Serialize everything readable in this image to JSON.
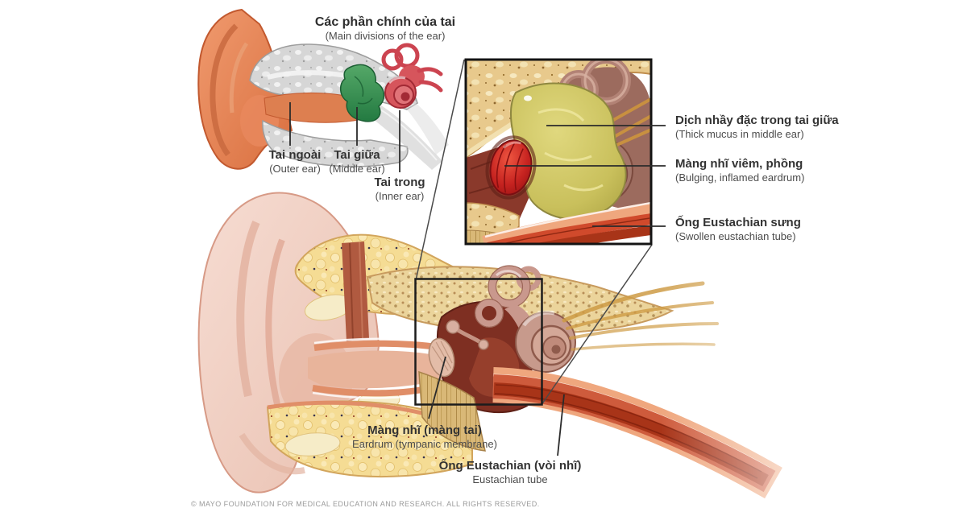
{
  "title": {
    "vi": "Các phần chính của tai",
    "en": "(Main divisions of the ear)"
  },
  "labels": {
    "overview": {
      "outer": {
        "vi": "Tai ngoài",
        "en": "(Outer ear)"
      },
      "middle": {
        "vi": "Tai giữa",
        "en": "(Middle ear)"
      },
      "inner": {
        "vi": "Tai trong",
        "en": "(Inner ear)"
      }
    },
    "inset": {
      "mucus": {
        "vi": "Dịch nhầy đặc trong tai giữa",
        "en": "(Thick mucus in middle ear)"
      },
      "eardrum": {
        "vi": "Màng nhĩ viêm, phồng",
        "en": "(Bulging, inflamed eardrum)"
      },
      "tube": {
        "vi": "Ống Eustachian sưng",
        "en": "(Swollen eustachian tube)"
      }
    },
    "main": {
      "eardrum": {
        "vi": "Màng nhĩ (màng tai)",
        "en": "Eardrum (tympanic membrane)"
      },
      "tube": {
        "vi": "Ống Eustachian (vòi nhĩ)",
        "en": "Eustachian tube"
      }
    }
  },
  "credit": "© MAYO FOUNDATION FOR MEDICAL EDUCATION AND RESEARCH. ALL RIGHTS RESERVED.",
  "palette": {
    "outer_ear_overview": "#e8835a",
    "middle_ear_overview": "#2e8b4f",
    "inner_ear_overview": "#cf4a52",
    "bone_gray": "#d8d8d8",
    "bone_tan": "#e9cb8e",
    "fat_yellow": "#f5dc94",
    "pinna_pink": "#f2d3c6",
    "mucus_olive": "#c9c05c",
    "inflamed_eardrum_red": "#c62320",
    "middle_ear_cavity_red": "#7e2f22",
    "cochlea_rose": "#c9988d",
    "eustachian_tube_red": "#c24b2f",
    "label_dark": "#333333",
    "label_gray": "#4c4c4c",
    "leader_line": "#2b2b2b"
  }
}
